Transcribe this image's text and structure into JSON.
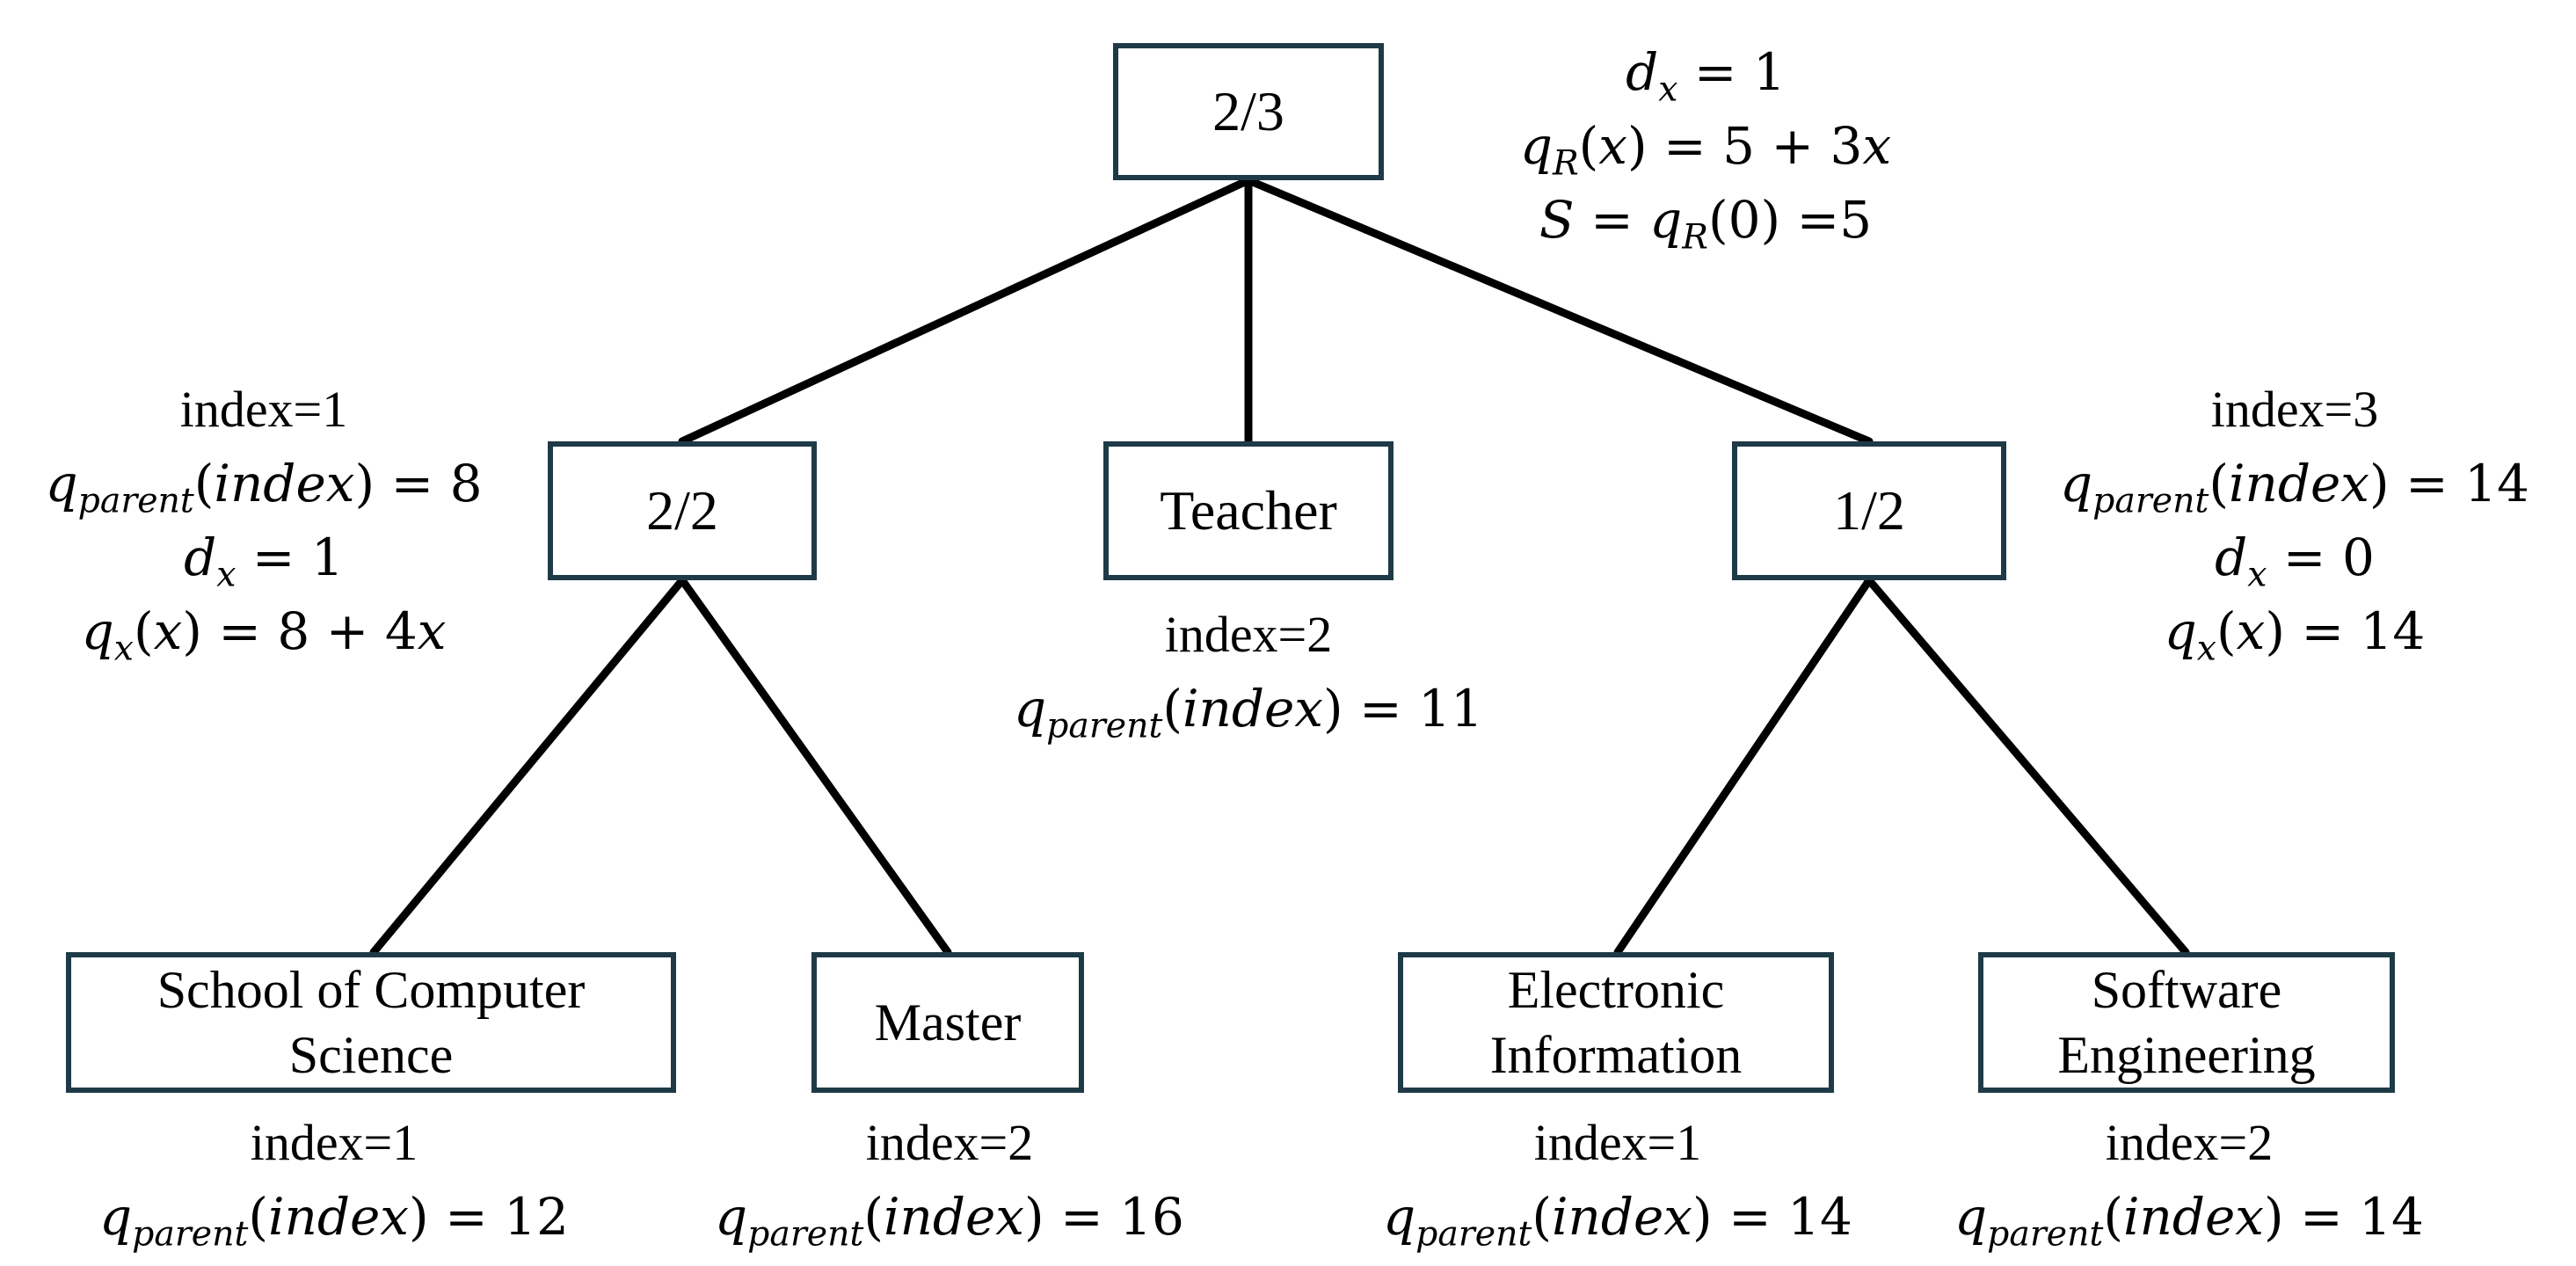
{
  "root": {
    "label": "2/3",
    "annotations": {
      "dx": "d_x = 1",
      "poly": "q_R(x) = 5 + 3x",
      "secret": "S = q_R(0) =5"
    }
  },
  "nodes": {
    "left": {
      "label": "2/2",
      "index": "index=1",
      "qparent": "q_parent(index) = 8",
      "dx": "d_x = 1",
      "poly": "q_x(x) = 8 + 4x"
    },
    "teacher": {
      "label": "Teacher",
      "index": "index=2",
      "qparent": "q_parent(index) = 11"
    },
    "right": {
      "label": "1/2",
      "index": "index=3",
      "qparent": "q_parent(index) = 14",
      "dx": "d_x = 0",
      "poly": "q_x(x) = 14"
    }
  },
  "leaves": {
    "school": {
      "label": "School of Computer\nScience",
      "index": "index=1",
      "qparent": "q_parent(index) = 12"
    },
    "master": {
      "label": "Master",
      "index": "index=2",
      "qparent": "q_parent(index) = 16"
    },
    "electronic": {
      "label": "Electronic\nInformation",
      "index": "index=1",
      "qparent": "q_parent(index) = 14"
    },
    "software": {
      "label": "Software\nEngineering",
      "index": "index=2",
      "qparent": "q_parent(index) = 14"
    }
  }
}
